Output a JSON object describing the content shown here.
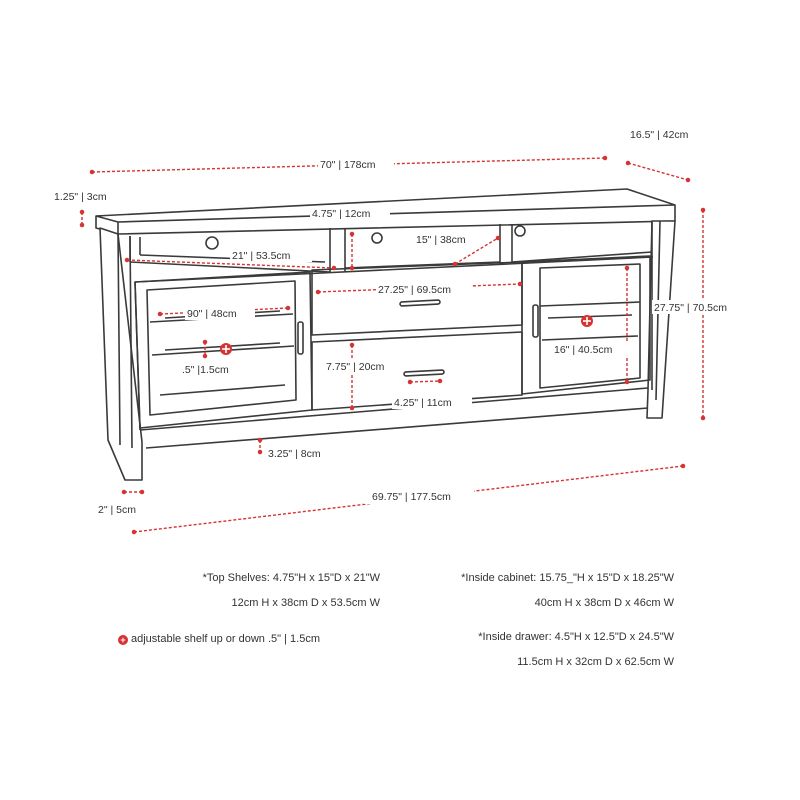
{
  "dims": {
    "depth": "16.5\" | 42cm",
    "top_width": "70\" | 178cm",
    "top_thickness": "1.25\" | 3cm",
    "top_shelf_height": "4.75\" | 12cm",
    "top_shelf_width": "21\" | 53.5cm",
    "top_shelf_depth": "15\" | 38cm",
    "drawer_width": "27.25\" | 69.5cm",
    "total_height": "27.75\" | 70.5cm",
    "cabinet_angle": "90\" | 48cm",
    "shelf_adjust": ".5\" |1.5cm",
    "cabinet_height": "16\" | 40.5cm",
    "drawer_height": "7.75\" | 20cm",
    "drawer_gap": "4.25\" | 11cm",
    "clearance": "3.25\" | 8cm",
    "leg_width": "2\" | 5cm",
    "base_width": "69.75\" | 177.5cm"
  },
  "notes": {
    "top_shelves_1": "*Top Shelves: 4.75\"H x 15\"D x 21\"W",
    "top_shelves_2": "12cm H x 38cm D x 53.5cm W",
    "inside_cabinet_1": "*Inside cabinet: 15.75_\"H x 15\"D x 18.25\"W",
    "inside_cabinet_2": "40cm H x 38cm D x 46cm W",
    "adjustable": "adjustable shelf up or down .5\" | 1.5cm",
    "inside_drawer_1": "*Inside drawer: 4.5\"H x 12.5\"D x 24.5\"W",
    "inside_drawer_2": "11.5cm H x 32cm D x 62.5cm W"
  },
  "colors": {
    "dimension": "#d63333",
    "outline": "#3a3a3a"
  },
  "icons": {
    "adjust": "plus-circle-icon"
  }
}
